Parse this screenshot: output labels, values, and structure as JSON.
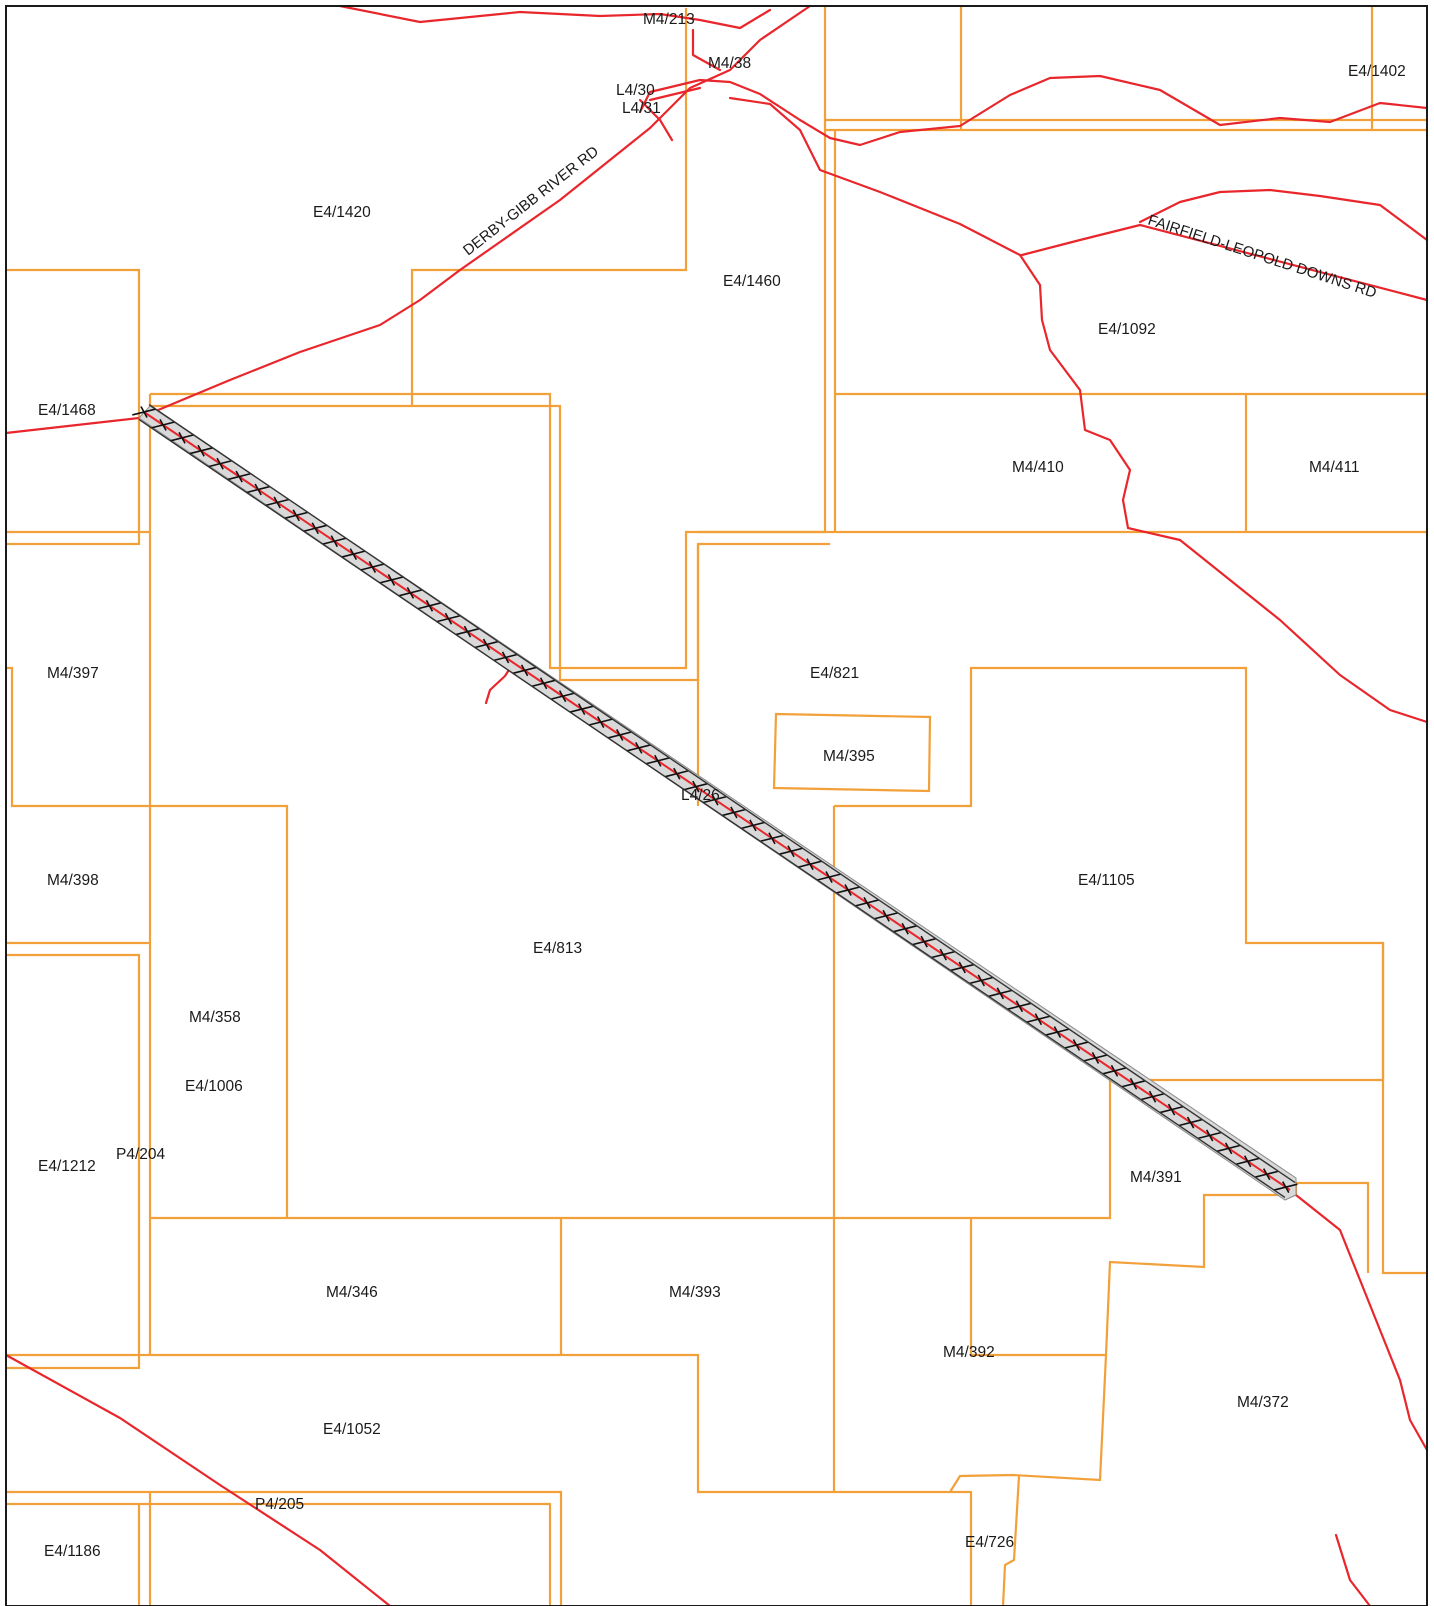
{
  "colors": {
    "tenement_boundary": "#F2A03A",
    "road": "#E8262B",
    "corridor_hatch": "#111111",
    "corridor_fill": "#d9d9d9",
    "frame": "#1a1a1a"
  },
  "tenements": {
    "m4_213": "M4/213",
    "m4_38": "M4/38",
    "l4_30": "L4/30",
    "l4_31": "L4/31",
    "e4_1402": "E4/1402",
    "e4_1420": "E4/1420",
    "e4_1460": "E4/1460",
    "e4_1092": "E4/1092",
    "e4_1468": "E4/1468",
    "m4_410": "M4/410",
    "m4_411": "M4/411",
    "m4_397": "M4/397",
    "e4_821": "E4/821",
    "m4_395": "M4/395",
    "l4_26": "L4/26",
    "m4_398": "M4/398",
    "e4_1105": "E4/1105",
    "e4_813": "E4/813",
    "m4_358": "M4/358",
    "e4_1006": "E4/1006",
    "e4_1212": "E4/1212",
    "p4_204": "P4/204",
    "m4_391": "M4/391",
    "m4_346": "M4/346",
    "m4_393": "M4/393",
    "m4_392": "M4/392",
    "m4_372": "M4/372",
    "e4_1052": "E4/1052",
    "p4_205": "P4/205",
    "e4_1186": "E4/1186",
    "e4_726": "E4/726"
  },
  "roads": {
    "derby_gibb": "DERBY-GIBB RIVER RD",
    "fairfield_leopold": "FAIRFIELD-LEOPOLD DOWNS RD"
  }
}
